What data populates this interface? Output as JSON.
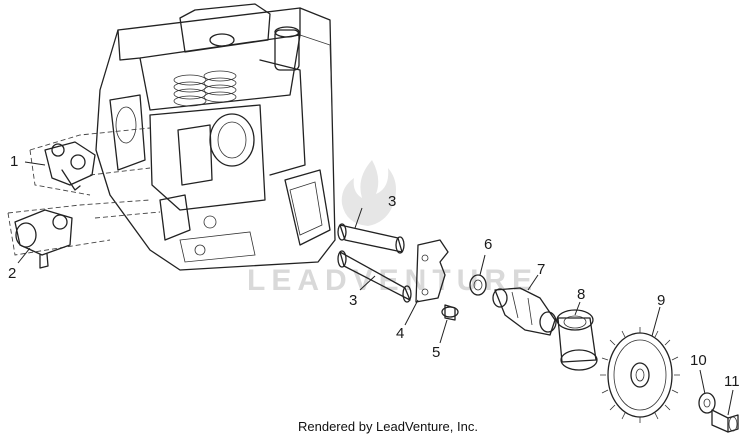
{
  "diagram": {
    "callouts": [
      {
        "id": "c1",
        "label": "1"
      },
      {
        "id": "c2",
        "label": "2"
      },
      {
        "id": "c3a",
        "label": "3"
      },
      {
        "id": "c3b",
        "label": "3"
      },
      {
        "id": "c4",
        "label": "4"
      },
      {
        "id": "c5",
        "label": "5"
      },
      {
        "id": "c6",
        "label": "6"
      },
      {
        "id": "c7",
        "label": "7"
      },
      {
        "id": "c8",
        "label": "8"
      },
      {
        "id": "c9",
        "label": "9"
      },
      {
        "id": "c10",
        "label": "10"
      },
      {
        "id": "c11",
        "label": "11"
      }
    ],
    "watermark": "LEADVENTURE",
    "credit": "Rendered by LeadVenture, Inc."
  }
}
